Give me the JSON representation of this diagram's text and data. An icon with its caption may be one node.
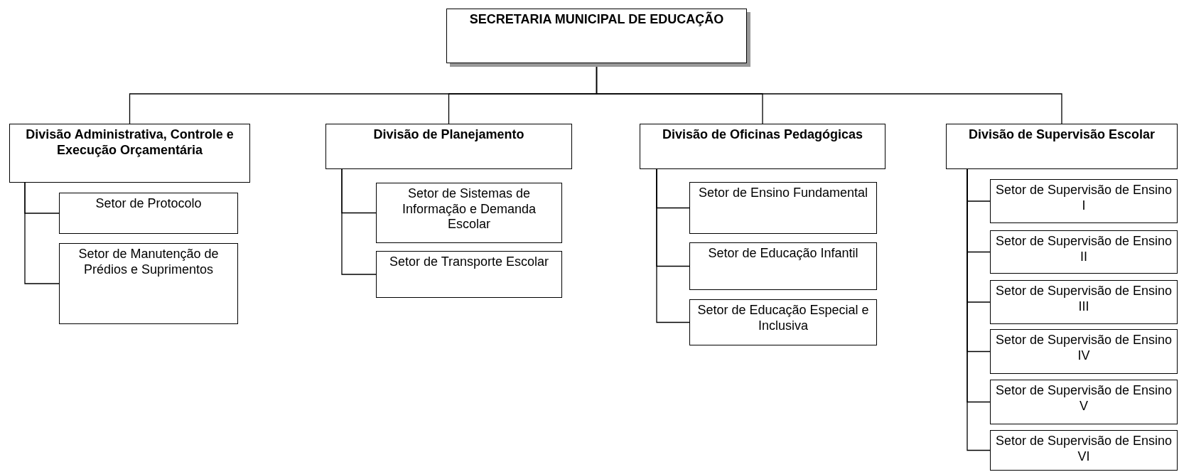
{
  "diagram": {
    "nodes": [
      {
        "text": [
          "SECRETARIA MUNICIPAL DE EDUCAÇÃO"
        ]
      },
      {
        "text": [
          "Divisão Administrativa, Controle e Execução Orçamentária"
        ]
      },
      {
        "text": [
          "Setor de Protocolo"
        ]
      },
      {
        "text": [
          "Setor de Manutenção de Prédios e Suprimentos"
        ]
      },
      {
        "text": [
          "Divisão de Planejamento"
        ]
      },
      {
        "text": [
          "Setor de Sistemas de Informação e Demanda Escolar"
        ]
      },
      {
        "text": [
          "Setor de Transporte Escolar"
        ]
      },
      {
        "text": [
          "Divisão de Oficinas Pedagógicas"
        ]
      },
      {
        "text": [
          "Setor de Ensino Fundamental"
        ]
      },
      {
        "text": [
          "Setor de Educação Infantil"
        ]
      },
      {
        "text": [
          "Setor de Educação Especial e Inclusiva"
        ]
      },
      {
        "text": [
          "Divisão de Supervisão Escolar"
        ]
      },
      {
        "text": [
          "Setor de Supervisão de Ensino I"
        ]
      },
      {
        "text": [
          "Setor de Supervisão de Ensino II"
        ]
      },
      {
        "text": [
          "Setor de Supervisão de Ensino III"
        ]
      },
      {
        "text": [
          "Setor de Supervisão de Ensino IV"
        ]
      },
      {
        "text": [
          "Setor de Supervisão de Ensino V"
        ]
      },
      {
        "text": [
          "Setor de Supervisão de Ensino VI"
        ]
      }
    ],
    "edges": [
      {
        "from": 0,
        "to": 1,
        "arrow": "none"
      },
      {
        "from": 0,
        "to": 4,
        "arrow": "none"
      },
      {
        "from": 0,
        "to": 7,
        "arrow": "none"
      },
      {
        "from": 0,
        "to": 11,
        "arrow": "none"
      },
      {
        "from": 1,
        "to": 2,
        "arrow": "none"
      },
      {
        "from": 1,
        "to": 3,
        "arrow": "none"
      },
      {
        "from": 4,
        "to": 5,
        "arrow": "none"
      },
      {
        "from": 4,
        "to": 6,
        "arrow": "none"
      },
      {
        "from": 7,
        "to": 8,
        "arrow": "none"
      },
      {
        "from": 7,
        "to": 9,
        "arrow": "none"
      },
      {
        "from": 7,
        "to": 10,
        "arrow": "none"
      },
      {
        "from": 11,
        "to": 12,
        "arrow": "none"
      },
      {
        "from": 11,
        "to": 13,
        "arrow": "none"
      },
      {
        "from": 11,
        "to": 14,
        "arrow": "none"
      },
      {
        "from": 11,
        "to": 15,
        "arrow": "none"
      },
      {
        "from": 11,
        "to": 16,
        "arrow": "none"
      },
      {
        "from": 11,
        "to": 17,
        "arrow": "none"
      }
    ]
  }
}
